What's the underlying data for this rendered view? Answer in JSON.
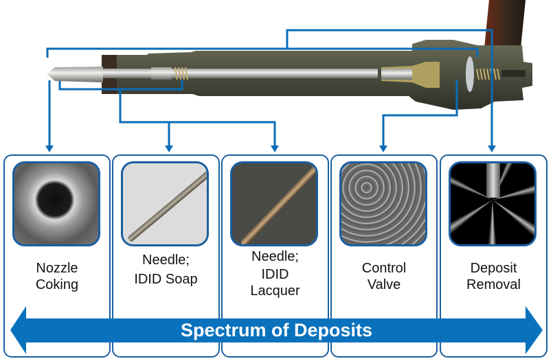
{
  "diagram": {
    "title": "Diesel injector deposit locations",
    "accent_color": "#0a6cb8",
    "border_color": "#1a5fa0",
    "banner_label": "Spectrum of Deposits",
    "cards": [
      {
        "label_lines": [
          "Nozzle",
          "Coking"
        ],
        "image": "sem-nozzle-hole"
      },
      {
        "label_lines": [
          "Needle;",
          "IDID Soap"
        ],
        "image": "needle-soap-photo"
      },
      {
        "label_lines": [
          "Needle;",
          "IDID",
          "Lacquer"
        ],
        "image": "needle-lacquer-photo"
      },
      {
        "label_lines": [
          "Control",
          "Valve"
        ],
        "image": "sem-control-valve"
      },
      {
        "label_lines": [
          "Deposit",
          "Removal"
        ],
        "image": "spray-plume-photo"
      }
    ]
  }
}
